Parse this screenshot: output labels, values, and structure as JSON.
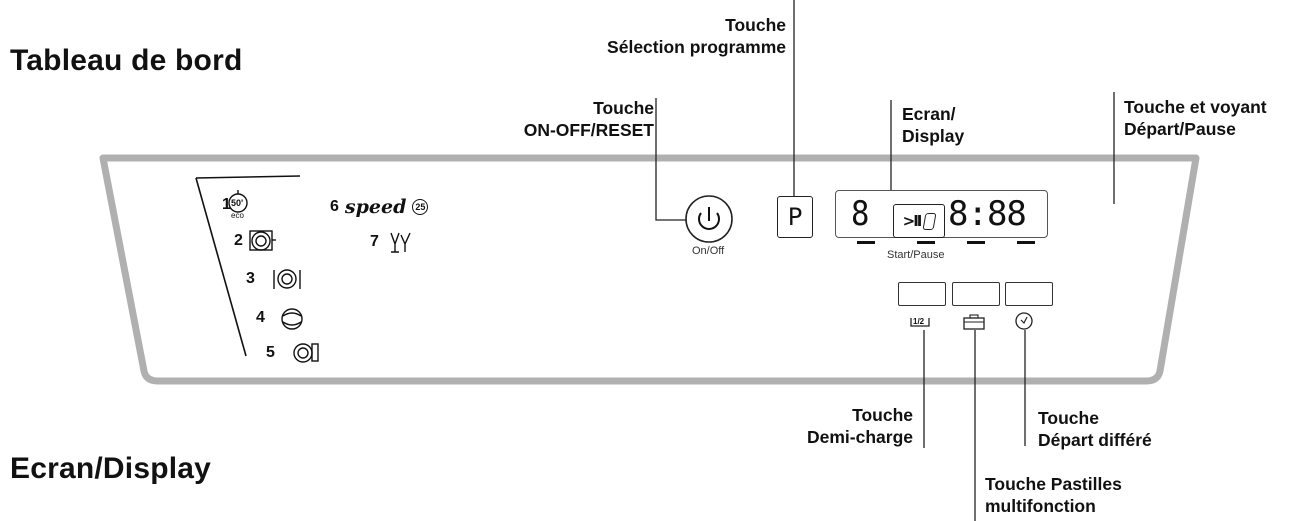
{
  "headings": {
    "dashboard": "Tableau de bord",
    "display": "Ecran/Display"
  },
  "callouts": {
    "program_select": [
      "Touche",
      "Sélection programme"
    ],
    "on_off_reset": [
      "Touche",
      "ON-OFF/RESET"
    ],
    "screen": [
      "Ecran/",
      "Display"
    ],
    "start_pause": [
      "Touche et voyant",
      "Départ/Pause"
    ],
    "half_load": [
      "Touche",
      "Demi-charge"
    ],
    "multi_tablets": [
      "Touche Pastilles",
      "multifonction"
    ],
    "delayed_start": [
      "Touche",
      "Départ différé"
    ]
  },
  "panel": {
    "on_off_label": "On/Off",
    "start_pause_label": "Start/Pause",
    "program_button": "P",
    "half_load_icon_text": "1/2",
    "display_digits": {
      "program": "8",
      "time": "8:88"
    },
    "programs": [
      {
        "num": "1",
        "icon": "eco-50-icon",
        "sub": "eco",
        "value": "50'"
      },
      {
        "num": "2",
        "icon": "intensive-pot-icon"
      },
      {
        "num": "3",
        "icon": "normal-plate-icon"
      },
      {
        "num": "4",
        "icon": "prewash-icon"
      },
      {
        "num": "5",
        "icon": "soak-icon"
      },
      {
        "num": "6",
        "icon": "speed-25-icon",
        "label": "speed",
        "value": "25"
      },
      {
        "num": "7",
        "icon": "glass-icon"
      }
    ]
  },
  "colors": {
    "panel_border": "#b0b0b0",
    "line": "#222222",
    "text": "#111111"
  }
}
